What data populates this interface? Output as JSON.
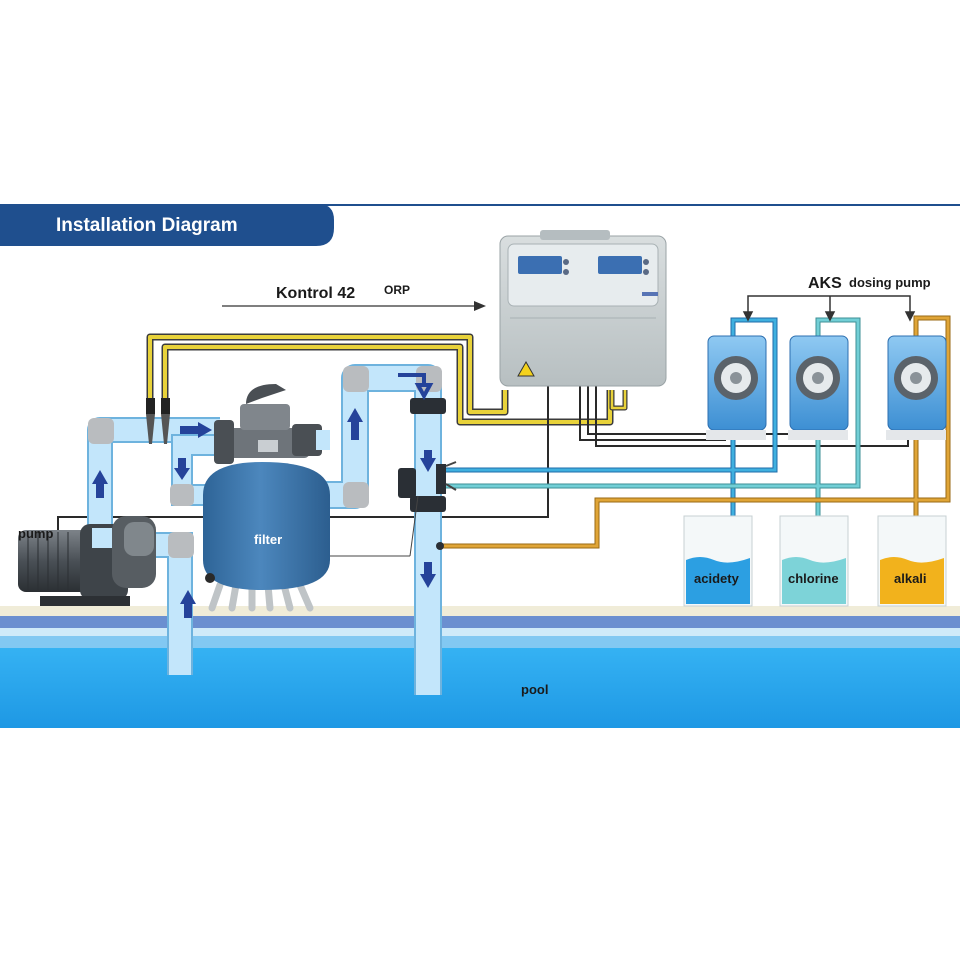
{
  "header": {
    "title": "Installation Diagram",
    "banner_color": "#1f4f8e"
  },
  "controller": {
    "model_label": "Kontrol 42",
    "mode_label": "ORP"
  },
  "dosing": {
    "title_brand": "AKS",
    "title_rest": "dosing pump"
  },
  "labels": {
    "pump": "pump",
    "filter": "filter",
    "pool": "pool"
  },
  "tanks": [
    {
      "label": "acidety",
      "color": "#2c9fe2"
    },
    {
      "label": "chlorine",
      "color": "#7dd3d8"
    },
    {
      "label": "alkali",
      "color": "#f2b21c"
    }
  ],
  "colors": {
    "pipe": "#c3e6fb",
    "pipe_edge": "#6eb3de",
    "filter_body": "#3c77ad",
    "pool_water": "#2aa8f0",
    "signal_cable_yellow": "#e8d23a",
    "sensor_line_blue": "#3fb0df",
    "sensor_line_teal": "#72cfd6",
    "alkali_line": "#e0a537",
    "flow_arrow": "#25439a"
  }
}
